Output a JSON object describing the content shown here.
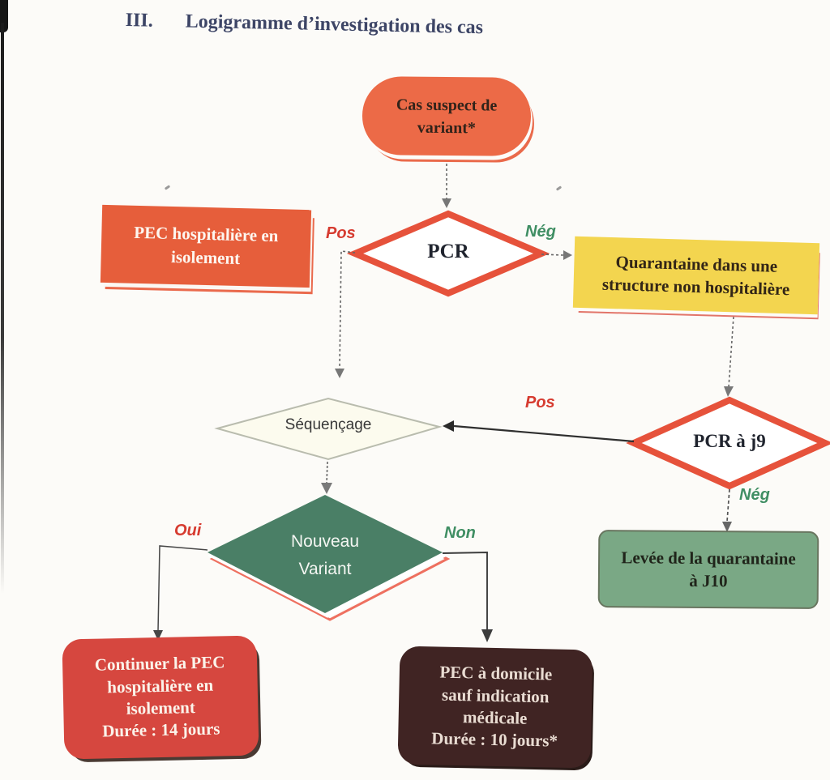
{
  "title": {
    "numeral": "III.",
    "text": "Logigramme d’investigation des cas"
  },
  "nodes": {
    "cas_suspect": {
      "label": "Cas suspect de\nvariant*"
    },
    "pcr": {
      "label": "PCR"
    },
    "pec_hospitaliere": {
      "label": "PEC hospitalière en\nisolement"
    },
    "quarantaine": {
      "label": "Quarantaine dans une\nstructure non hospitalière"
    },
    "sequencage": {
      "label": "Séquençage"
    },
    "pcr_j9": {
      "label": "PCR à j9"
    },
    "levee_quarantaine": {
      "label": "Levée de la quarantaine\nà J10"
    },
    "nouveau_variant": {
      "label": "Nouveau\nVariant"
    },
    "continuer_pec": {
      "label": "Continuer la PEC\nhospitalière en\nisolement\nDurée : 14 jours"
    },
    "pec_domicile": {
      "label": "PEC à domicile\nsauf indication\nmédicale\nDurée : 10 jours*"
    }
  },
  "edge_labels": {
    "pcr_pos": "Pos",
    "pcr_neg": "Nég",
    "pcr_j9_pos": "Pos",
    "pcr_j9_neg": "Nég",
    "variant_oui": "Oui",
    "variant_non": "Non"
  },
  "colors": {
    "orange_node": "#e8613e",
    "yellow_node": "#f3d54f",
    "green_node": "#7aa885",
    "dark_green_diamond": "#4a7f66",
    "red_node": "#d6473f",
    "maroon_node": "#402423",
    "decision_border": "#e6523b",
    "positive_label": "#d63b30",
    "negative_label": "#3f8e63",
    "title_color": "#3d4566"
  }
}
